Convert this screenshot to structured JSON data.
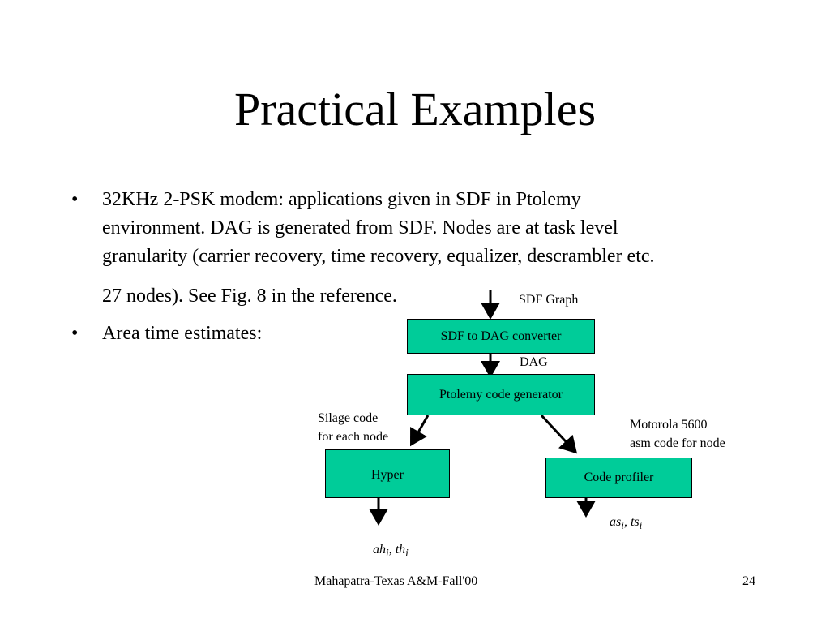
{
  "slide": {
    "title": "Practical Examples",
    "bullets": [
      {
        "marker": "•",
        "lines": [
          "32KHz 2-PSK modem: applications given in SDF in Ptolemy",
          "environment. DAG is generated from SDF. Nodes are at task level",
          "granularity (carrier recovery, time recovery, equalizer, descrambler etc.",
          "27 nodes). See Fig. 8 in the reference."
        ]
      },
      {
        "marker": "•",
        "lines": [
          "Area time estimates:"
        ]
      }
    ]
  },
  "diagram": {
    "boxes": {
      "converter": "SDF to DAG converter",
      "generator": "Ptolemy code generator",
      "hyper": "Hyper",
      "profiler": "Code profiler"
    },
    "labels": {
      "sdf_graph": "SDF Graph",
      "dag": "DAG",
      "silage_line1": "Silage code",
      "silage_line2": "for each node",
      "motorola_line1": "Motorola 5600",
      "motorola_line2": "asm code for node"
    },
    "outputs": {
      "hyper": {
        "v1": "ah",
        "s1": "i",
        "sep": ", ",
        "v2": "th",
        "s2": "i"
      },
      "profiler": {
        "v1": "as",
        "s1": "i",
        "sep": ", ",
        "v2": "ts",
        "s2": "i"
      }
    },
    "fill_color": "#00cc99"
  },
  "footer": {
    "credit": "Mahapatra-Texas A&M-Fall'00",
    "page_number": "24"
  }
}
